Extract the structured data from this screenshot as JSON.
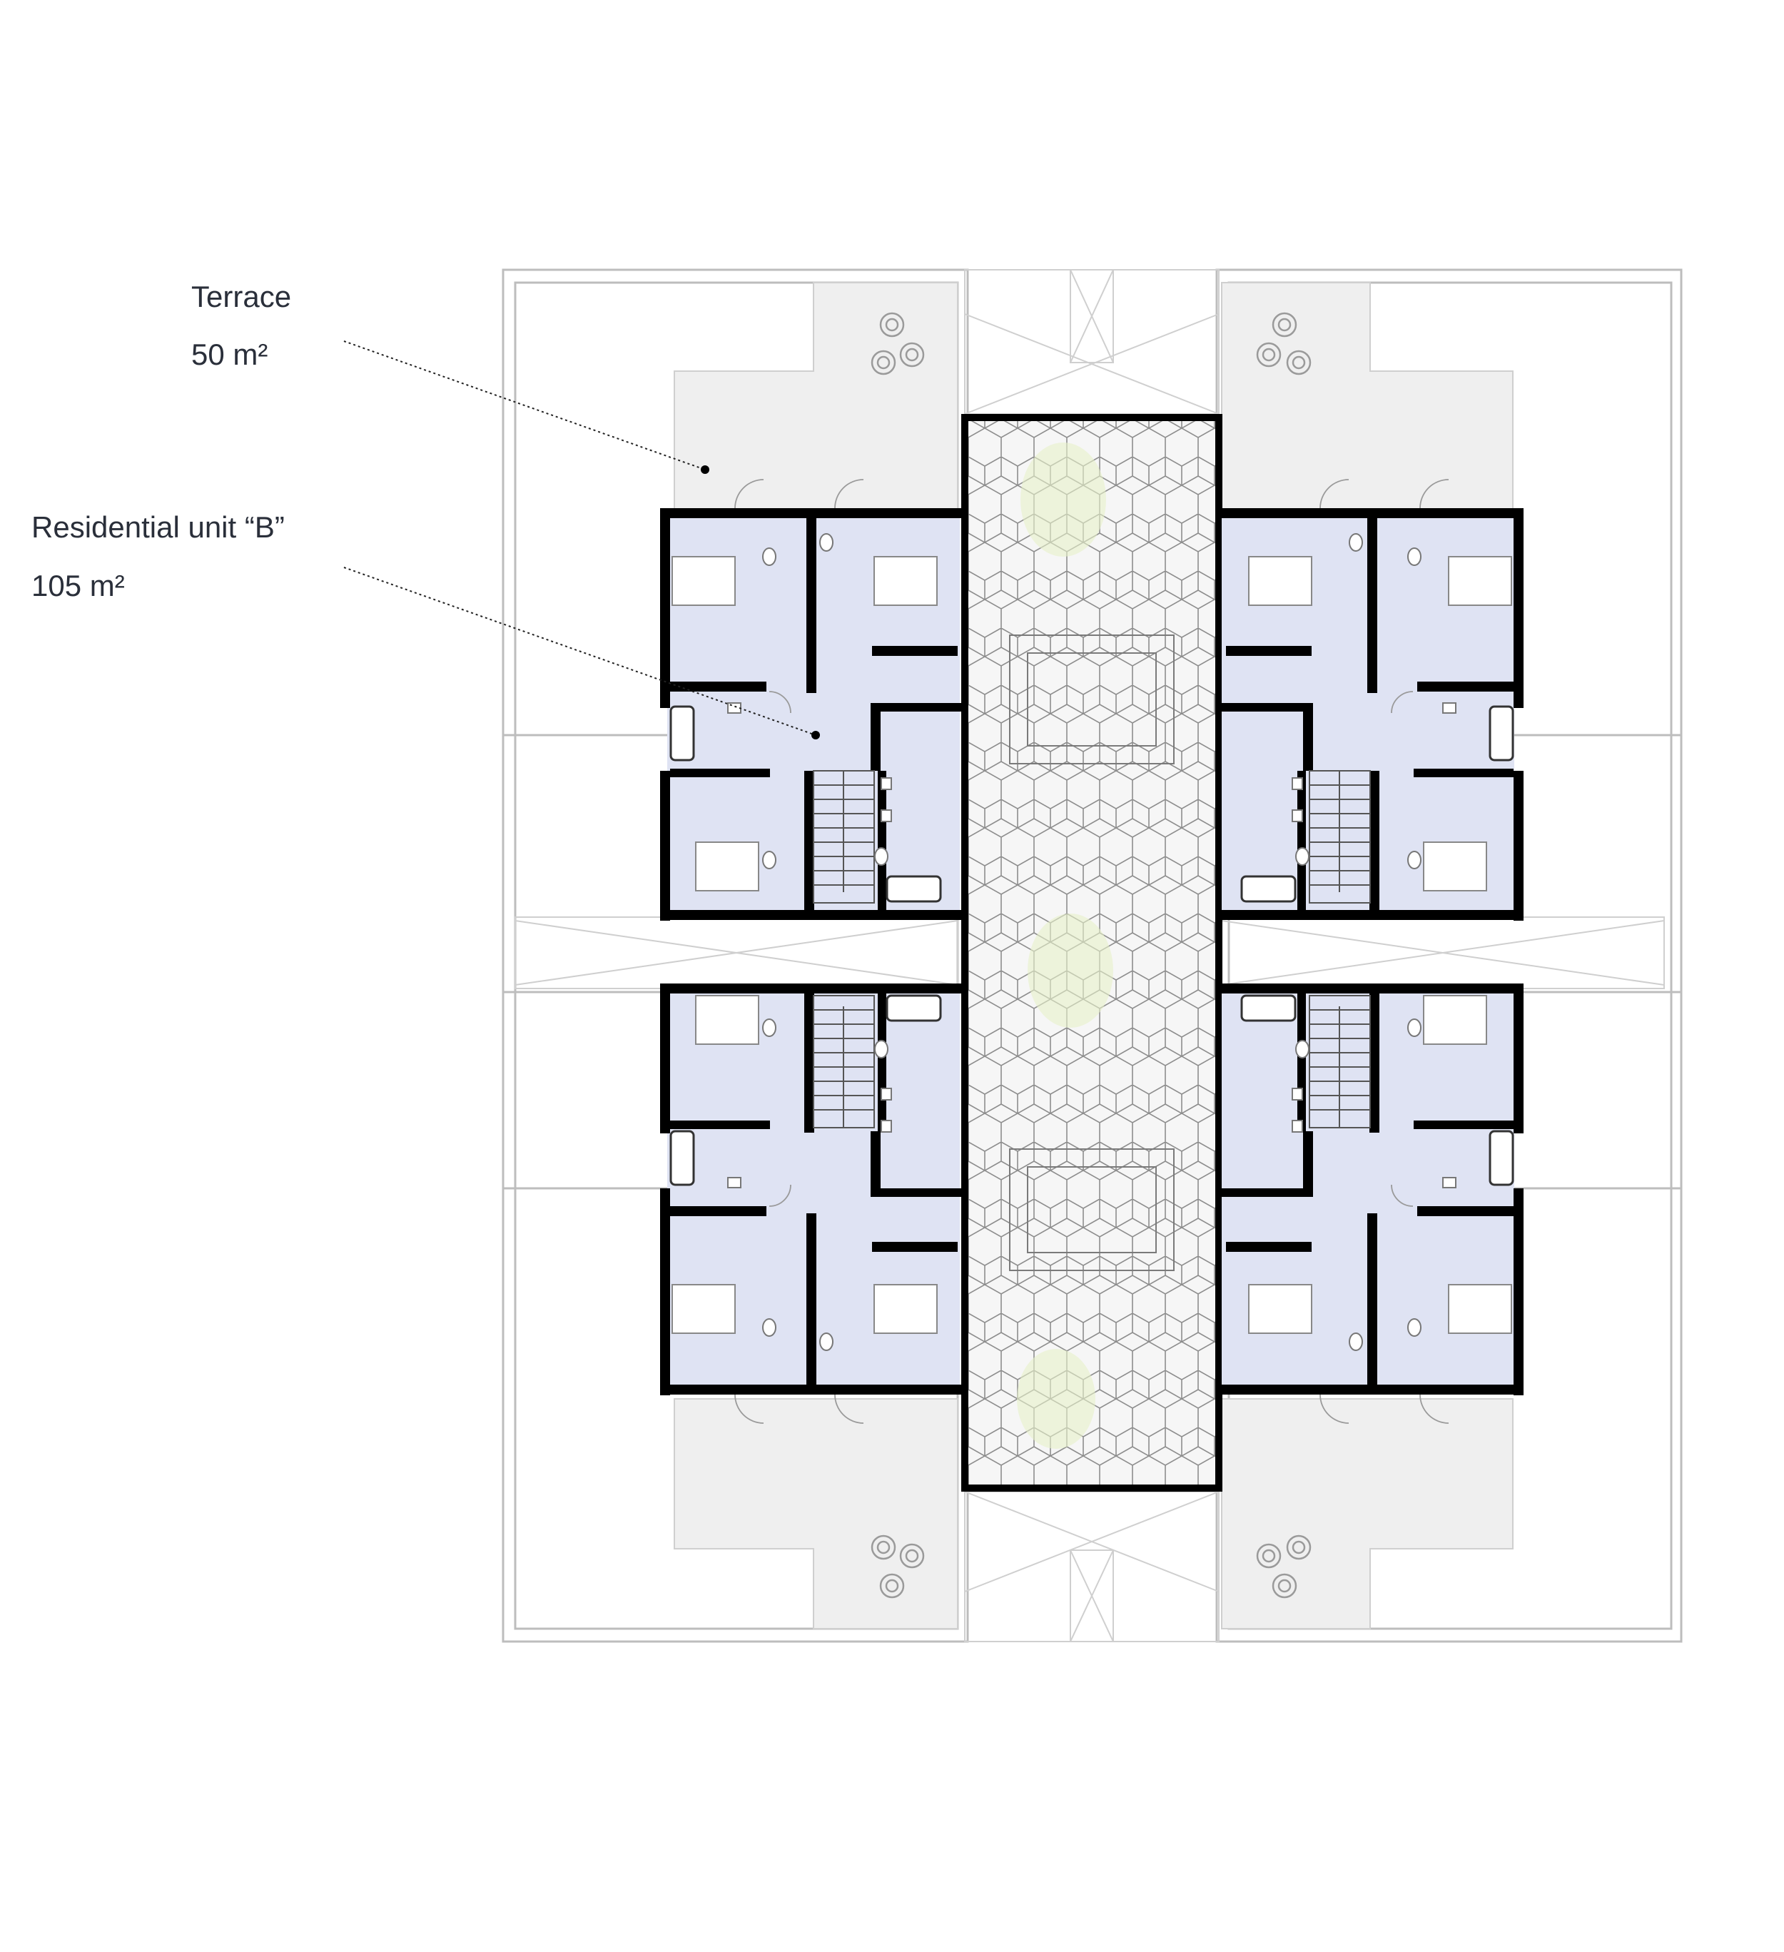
{
  "annotations": [
    {
      "id": "terrace",
      "title": "Terrace",
      "area": "50 m²"
    },
    {
      "id": "unit-b",
      "title": "Residential unit “B”",
      "area": "105 m²"
    }
  ],
  "colors": {
    "background": "#ffffff",
    "wall": "#000000",
    "interior_floor": "#dfe3f3",
    "terrace_floor": "#efefef",
    "paving_line": "#9a9a9a",
    "courtyard_fill": "#f4f4f4",
    "greenery": "#e7f2c9",
    "outline": "#bdbdbd",
    "text": "#2a2f3a"
  },
  "icons": [
    "bed-icon",
    "bathtub-icon",
    "toilet-icon",
    "sink-icon",
    "staircase-icon",
    "door-swing-icon",
    "tree-icon"
  ]
}
